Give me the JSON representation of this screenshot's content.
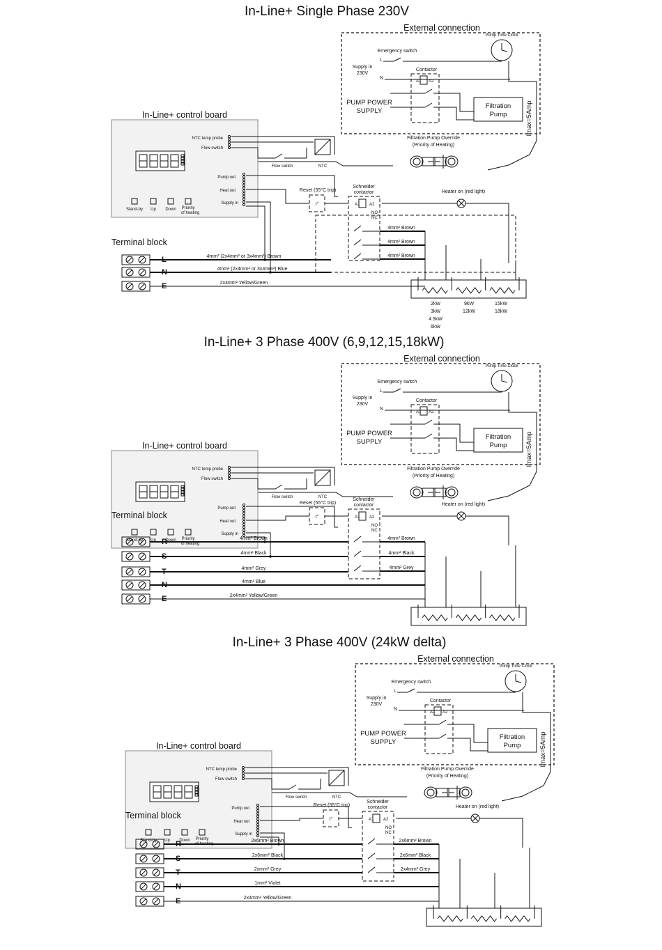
{
  "diagrams": [
    {
      "title": "In-Line+ Single Phase 230V",
      "external_connection": "External connection",
      "pump_time_clock": "Pump Time Clock",
      "emergency_switch": "Emergency switch",
      "supply_in": [
        "Supply in",
        "230V"
      ],
      "contactor": "Contactor",
      "pump_power_supply": [
        "PUMP POWER",
        "SUPPLY"
      ],
      "filtration_pump": [
        "Filtration",
        "Pump"
      ],
      "imax": "Imax=5Amp",
      "override": [
        "Filtration Pump Override",
        "(Priority of Heating)"
      ],
      "control_board": "In-Line+ control board",
      "ntc_probe": "NTC temp probe",
      "flow_switch_in": "Flow switch",
      "flow_switch": "Flow switch",
      "ntc": "NTC",
      "pump_out": "Pump out",
      "heat_out": "Heat out",
      "supply_in_board": "Supply in",
      "buttons": [
        "Stand-by",
        "Up",
        "Down",
        "Priority",
        "of heating"
      ],
      "reset": "Reset (55°C trip)",
      "schneider": [
        "Schneider",
        "contactor"
      ],
      "heater_on": "Heater on (red light)",
      "terminal_block": "Terminal block",
      "terminals": [
        "L",
        "N",
        "E"
      ],
      "wires": [
        "4mm² (2x4mm² or 3x4mm²) Brown",
        "4mm² (2x4mm² or 3x4mm²) Blue",
        "2x4mm² Yellow/Green"
      ],
      "contactor_wires": [
        "4mm² Brown",
        "4mm² Brown",
        "4mm² Brown"
      ],
      "power_col1": [
        "2kW",
        "3kW",
        "4.5kW",
        "6kW"
      ],
      "power_col2": [
        "9kW",
        "12kW"
      ],
      "power_col3": [
        "15kW",
        "18kW"
      ]
    },
    {
      "title": "In-Line+ 3 Phase 400V (6,9,12,15,18kW)",
      "external_connection": "External connection",
      "pump_time_clock": "Pump Time Clock",
      "emergency_switch": "Emergency switch",
      "supply_in": [
        "Supply in",
        "230V"
      ],
      "contactor": "Contactor",
      "pump_power_supply": [
        "PUMP POWER",
        "SUPPLY"
      ],
      "filtration_pump": [
        "Filtration",
        "Pump"
      ],
      "imax": "Imax=5Amp",
      "override": [
        "Filtration Pump Override",
        "(Priority of Heating)"
      ],
      "control_board": "In-Line+ control board",
      "ntc_probe": "NTC temp probe",
      "flow_switch_in": "Flow switch",
      "flow_switch": "Flow switch",
      "ntc": "NTC",
      "pump_out": "Pump out",
      "heat_out": "Heat out",
      "supply_in_board": "Supply in",
      "buttons": [
        "Stand-by",
        "Up",
        "Down",
        "Priority",
        "of heating"
      ],
      "reset": "Reset (55°C trip)",
      "schneider": [
        "Schneider",
        "contactor"
      ],
      "heater_on": "Heater on (red light)",
      "terminal_block": "Terminal block",
      "terminals": [
        "R",
        "S",
        "T",
        "N",
        "E"
      ],
      "wires": [
        "4mm² Brown",
        "4mm² Black",
        "4mm² Grey",
        "4mm² Blue",
        "2x4mm² Yellow/Green"
      ],
      "contactor_wires": [
        "4mm² Brown",
        "4mm² Black",
        "4mm² Grey"
      ]
    },
    {
      "title": "In-Line+ 3 Phase 400V (24kW delta)",
      "external_connection": "External connection",
      "pump_time_clock": "Pump Time Clock",
      "emergency_switch": "Emergency switch",
      "supply_in": [
        "Supply in",
        "230V"
      ],
      "contactor": "Contactor",
      "pump_power_supply": [
        "PUMP POWER",
        "SUPPLY"
      ],
      "filtration_pump": [
        "Filtration",
        "Pump"
      ],
      "imax": "Imax=5Amp",
      "override": [
        "Filtration Pump Override",
        "(Priority of Heating)"
      ],
      "control_board": "In-Line+ control board",
      "ntc_probe": "NTC temp probe",
      "flow_switch_in": "Flow switch",
      "flow_switch": "Flow switch",
      "ntc": "NTC",
      "pump_out": "Pump out",
      "heat_out": "Heat out",
      "supply_in_board": "Supply in",
      "buttons": [
        "Stand-by",
        "Up",
        "Down",
        "Priority",
        "of heating"
      ],
      "reset": "Reset (55°C trip)",
      "schneider": [
        "Schneider",
        "contactor"
      ],
      "heater_on": "Heater on (red light)",
      "terminal_block": "Terminal block",
      "terminals": [
        "R",
        "S",
        "T",
        "N",
        "E"
      ],
      "wires": [
        "2x6mm² Brown",
        "2x6mm² Black",
        "2xmm² Grey",
        "1mm² Violet",
        "2x4mm² Yellow/Green"
      ],
      "contactor_wires": [
        "2x6mm² Brown",
        "2x6mm² Black",
        "2x4mm² Grey"
      ]
    }
  ],
  "contact_labels": [
    "A1",
    "A2",
    "L",
    "N",
    "t°",
    "NO",
    "NC"
  ]
}
